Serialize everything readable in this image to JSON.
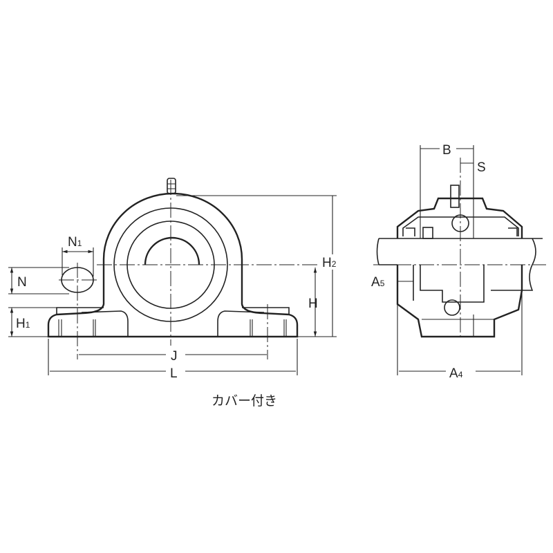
{
  "front_view": {
    "labels": {
      "N1": {
        "base": "N",
        "sub": "1"
      },
      "N": {
        "base": "N",
        "sub": ""
      },
      "H1": {
        "base": "H",
        "sub": "1"
      },
      "H": {
        "base": "H",
        "sub": ""
      },
      "H2": {
        "base": "H",
        "sub": "2"
      },
      "J": {
        "base": "J",
        "sub": ""
      },
      "L": {
        "base": "L",
        "sub": ""
      }
    }
  },
  "side_view": {
    "labels": {
      "B": {
        "base": "B",
        "sub": ""
      },
      "S": {
        "base": "S",
        "sub": ""
      },
      "A5": {
        "base": "A",
        "sub": "5"
      },
      "A4": {
        "base": "A",
        "sub": "4"
      }
    }
  },
  "caption": "カバー付き",
  "colors": {
    "line": "#222222",
    "background": "#ffffff"
  }
}
